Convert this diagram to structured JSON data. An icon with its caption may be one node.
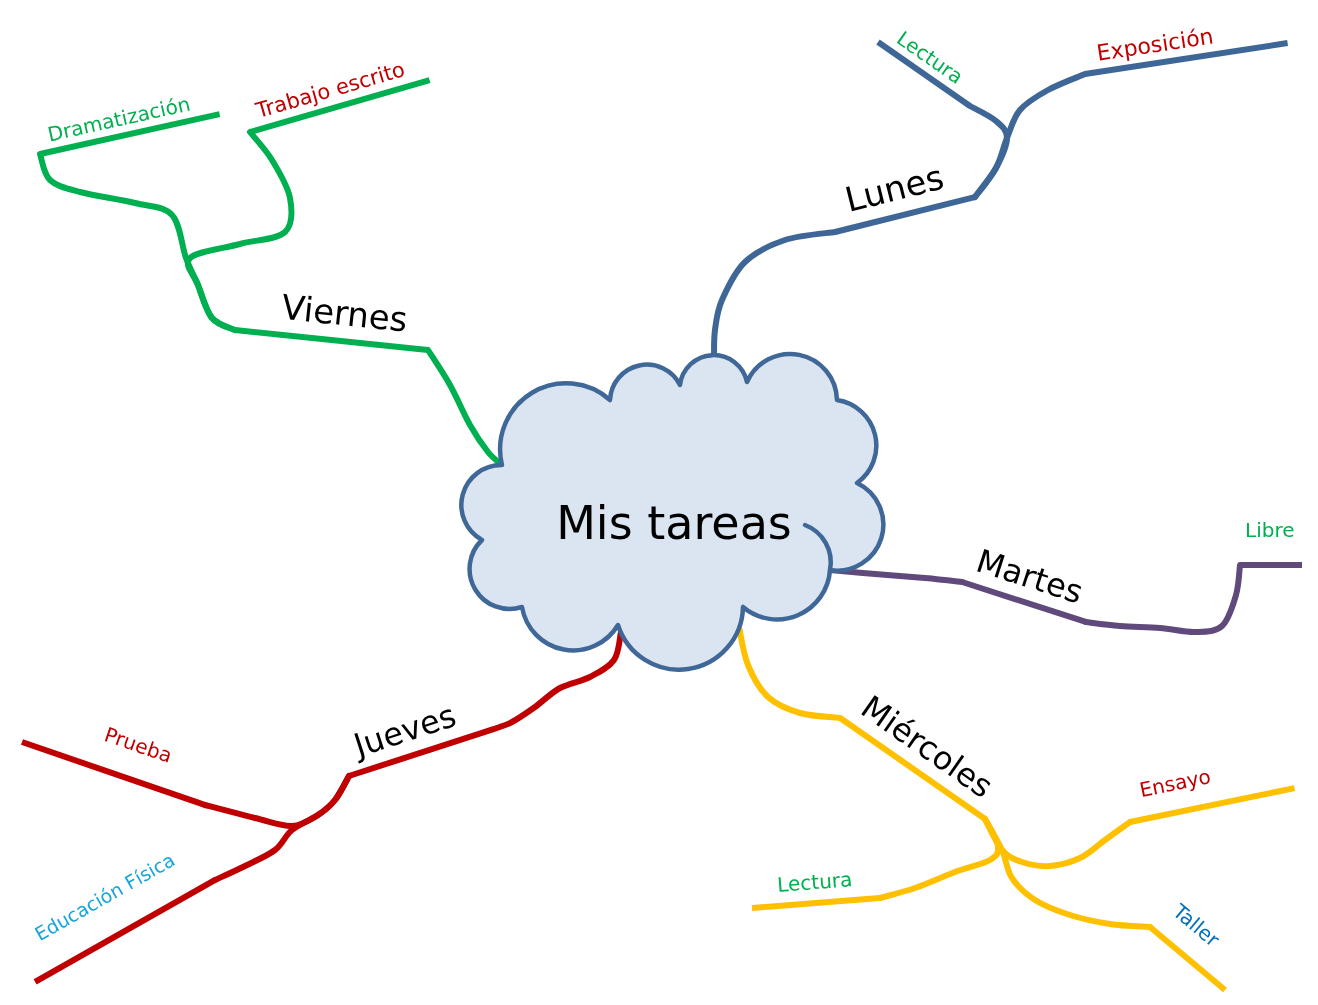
{
  "diagram": {
    "nodes": [
      {
        "text": [
          "Mis tareas"
        ]
      },
      {
        "text": [
          "Lunes"
        ]
      },
      {
        "text": [
          "Lectura"
        ]
      },
      {
        "text": [
          "Exposición"
        ]
      },
      {
        "text": [
          "Martes"
        ]
      },
      {
        "text": [
          "Libre"
        ]
      },
      {
        "text": [
          "Miércoles"
        ]
      },
      {
        "text": [
          "Ensayo"
        ]
      },
      {
        "text": [
          "Lectura"
        ]
      },
      {
        "text": [
          "Taller"
        ]
      },
      {
        "text": [
          "Jueves"
        ]
      },
      {
        "text": [
          "Prueba"
        ]
      },
      {
        "text": [
          "Educación Física"
        ]
      },
      {
        "text": [
          "Viernes"
        ]
      },
      {
        "text": [
          "Dramatización"
        ]
      },
      {
        "text": [
          "Trabajo escrito"
        ]
      }
    ],
    "edges": [
      {
        "from": 0,
        "to": 1,
        "arrow": "none",
        "color": "#3e6697"
      },
      {
        "from": 1,
        "to": 2,
        "arrow": "none",
        "color": "#3e6697"
      },
      {
        "from": 1,
        "to": 3,
        "arrow": "none",
        "color": "#3e6697"
      },
      {
        "from": 0,
        "to": 4,
        "arrow": "none",
        "color": "#604a7b"
      },
      {
        "from": 4,
        "to": 5,
        "arrow": "none",
        "color": "#604a7b"
      },
      {
        "from": 0,
        "to": 6,
        "arrow": "none",
        "color": "#ffc000"
      },
      {
        "from": 6,
        "to": 7,
        "arrow": "none",
        "color": "#ffc000"
      },
      {
        "from": 6,
        "to": 8,
        "arrow": "none",
        "color": "#ffc000"
      },
      {
        "from": 6,
        "to": 9,
        "arrow": "none",
        "color": "#ffc000"
      },
      {
        "from": 0,
        "to": 10,
        "arrow": "none",
        "color": "#c00000"
      },
      {
        "from": 10,
        "to": 11,
        "arrow": "none",
        "color": "#c00000"
      },
      {
        "from": 10,
        "to": 12,
        "arrow": "none",
        "color": "#c00000"
      },
      {
        "from": 0,
        "to": 13,
        "arrow": "none",
        "color": "#00b050"
      },
      {
        "from": 13,
        "to": 14,
        "arrow": "none",
        "color": "#00b050"
      },
      {
        "from": 13,
        "to": 15,
        "arrow": "none",
        "color": "#00b050"
      }
    ]
  }
}
